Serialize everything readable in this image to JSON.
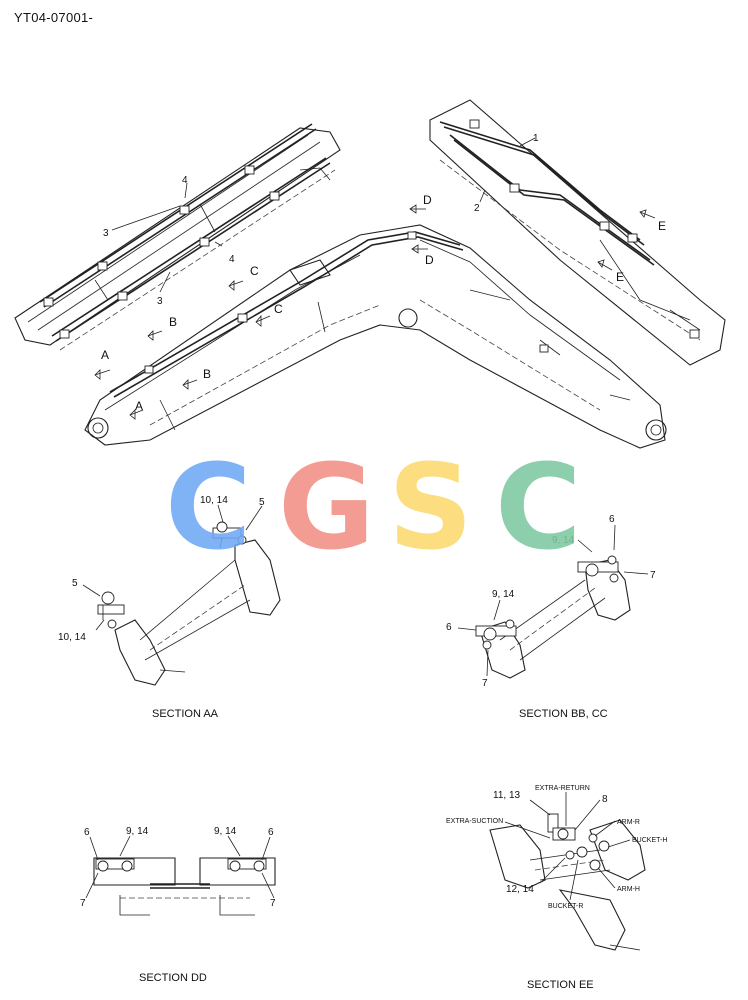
{
  "document": {
    "code": "YT04-07001-"
  },
  "watermark": {
    "letters": [
      "C",
      "G",
      "S",
      "C"
    ],
    "colors": [
      "#6fa8f5",
      "#f28f86",
      "#fcd96f",
      "#7ec9a2"
    ]
  },
  "overview": {
    "part_labels": {
      "p1": "1",
      "p2": "2",
      "p3a": "3",
      "p3b": "3",
      "p4a": "4",
      "p4b": "4"
    },
    "view_markers": {
      "a1": "A",
      "a2": "A",
      "b1": "B",
      "b2": "B",
      "c1": "C",
      "c2": "C",
      "d1": "D",
      "d2": "D",
      "e1": "E",
      "e2": "E"
    }
  },
  "section_aa": {
    "title": "SECTION AA",
    "labels": {
      "l1": "10, 14",
      "l2": "5",
      "l3": "5",
      "l4": "10, 14"
    }
  },
  "section_bb_cc": {
    "title": "SECTION BB, CC",
    "labels": {
      "l1": "6",
      "l2": "9, 14",
      "l3": "7",
      "l4": "9, 14",
      "l5": "6",
      "l6": "7"
    }
  },
  "section_dd": {
    "title": "SECTION DD",
    "labels": {
      "l1": "6",
      "l2": "9, 14",
      "l3": "7",
      "l4": "9, 14",
      "l5": "6",
      "l6": "7"
    }
  },
  "section_ee": {
    "title": "SECTION EE",
    "labels": {
      "l1": "11, 13",
      "l2": "EXTRA-RETURN",
      "l3": "8",
      "l4": "EXTRA-SUCTION",
      "l5": "ARM-R",
      "l6": "BUCKET-H",
      "l7": "ARM-H",
      "l8": "12, 14",
      "l9": "BUCKET-R"
    }
  }
}
